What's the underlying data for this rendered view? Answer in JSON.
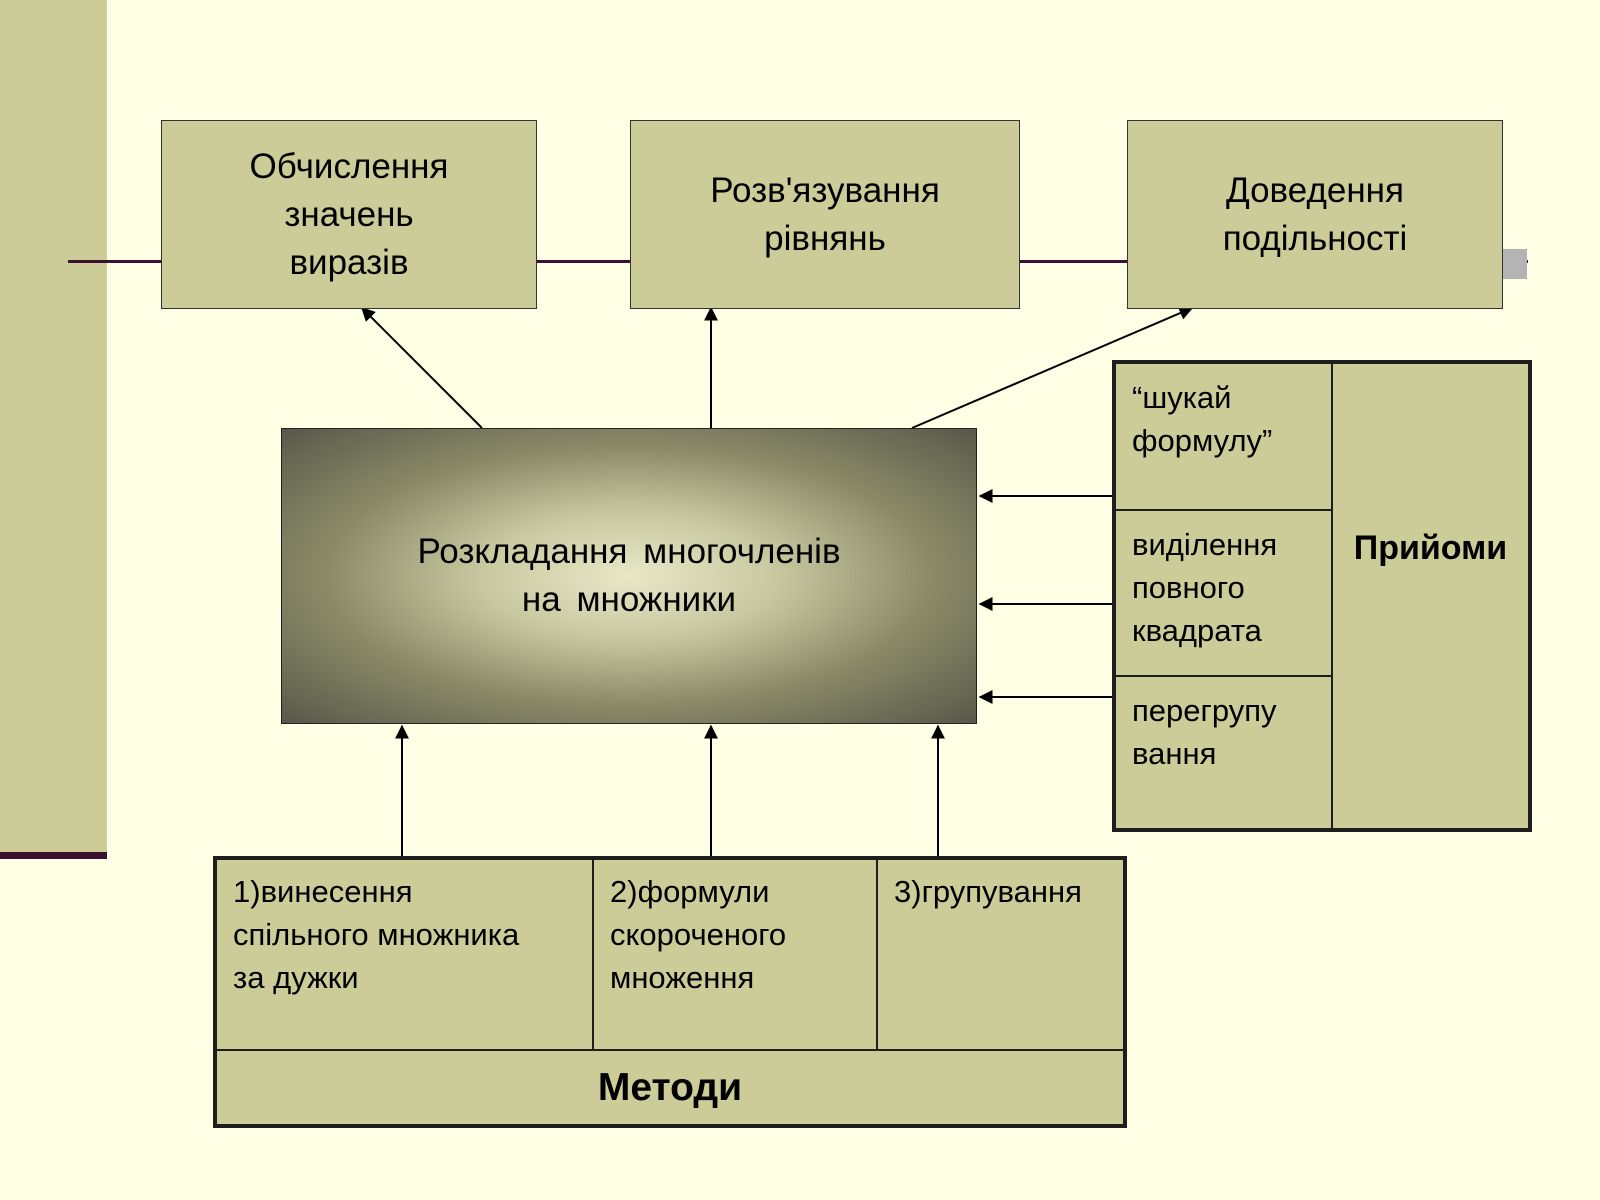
{
  "top_boxes": [
    {
      "text": "Обчислення\nзначень\n виразів"
    },
    {
      "text": "Розв'язування\nрівнянь"
    },
    {
      "text": "Доведення\n подільності"
    }
  ],
  "center": {
    "text": "Розкладання многочленів\nна множники"
  },
  "methods": {
    "items": [
      "1)винесення\nспільного множника\nза дужки",
      "2)формули\nскороченого\nмноження",
      "3)групування"
    ],
    "title": "Методи"
  },
  "techniques": {
    "items": [
      "“шукай\nформулу”",
      "виділення\nповного\nквадрата",
      "перегрупу\nвання"
    ],
    "title": "Прийоми"
  },
  "colors": {
    "background": "#FFFFE5",
    "box_fill": "#CCCC99",
    "accent_line": "#3A1230",
    "accent_square": "#B4B4B4"
  }
}
